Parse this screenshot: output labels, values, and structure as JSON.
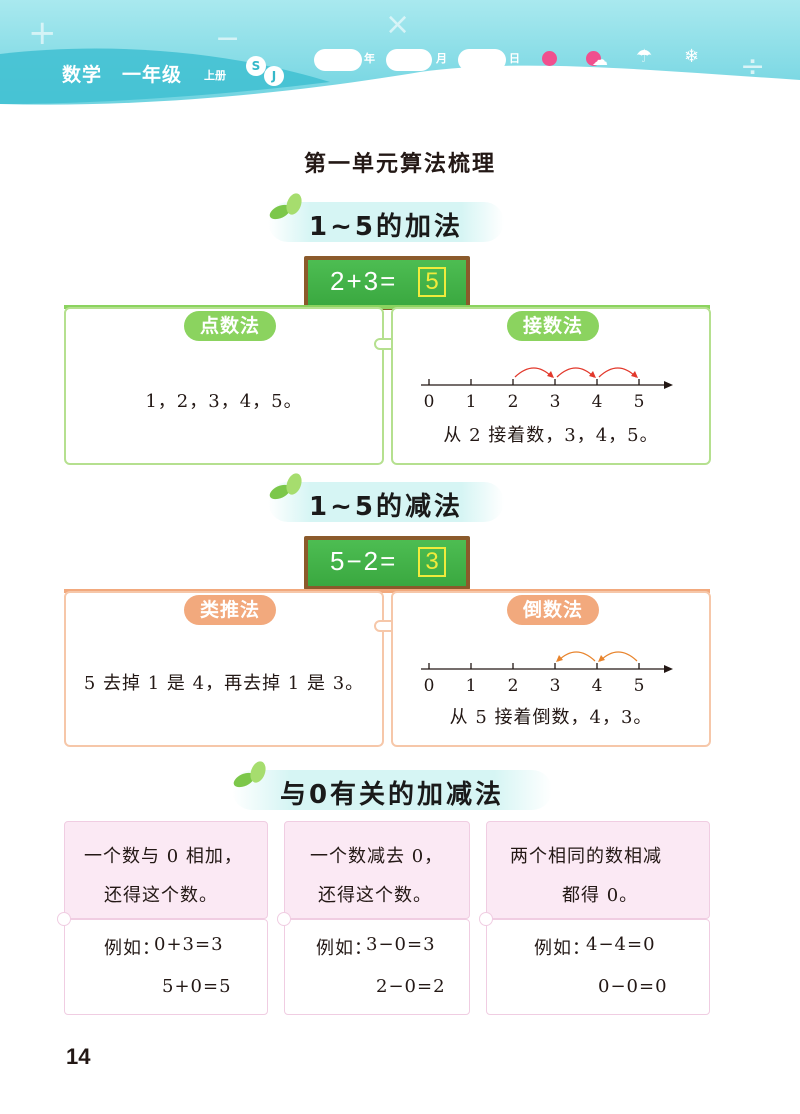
{
  "header": {
    "subject": "数学",
    "grade": "一年级",
    "volume": "上册",
    "logo_letters": [
      "S",
      "J"
    ],
    "date_labels": [
      "年",
      "月",
      "日"
    ],
    "colors": {
      "band": "#8fdfe8",
      "band_dark": "#3fbfd1",
      "weather_red": "#f0508e"
    }
  },
  "page_title": "第一单元算法梳理",
  "sections": {
    "addition": {
      "title": "1~5的加法",
      "equation": "2+3=",
      "answer": "5",
      "methods": [
        {
          "badge": "点数法",
          "text": "1，2，3，4，5。"
        },
        {
          "badge": "接数法",
          "text": "从 2 接着数，3，4，5。",
          "number_line": {
            "ticks": [
              "0",
              "1",
              "2",
              "3",
              "4",
              "5"
            ],
            "hops_from": [
              2,
              3,
              4
            ]
          }
        }
      ],
      "color": "#8bd35f"
    },
    "subtraction": {
      "title": "1~5的减法",
      "equation": "5−2=",
      "answer": "3",
      "methods": [
        {
          "badge": "类推法",
          "text": "5 去掉 1 是 4，再去掉 1 是 3。"
        },
        {
          "badge": "倒数法",
          "text": "从 5 接着倒数，4，3。",
          "number_line": {
            "ticks": [
              "0",
              "1",
              "2",
              "3",
              "4",
              "5"
            ],
            "hops_from": [
              5,
              4
            ]
          }
        }
      ],
      "color": "#f2a97d"
    },
    "zero": {
      "title": "与0有关的加减法",
      "cards": [
        {
          "rule_lines": [
            "一个数与 0 相加，",
            "还得这个数。"
          ],
          "example_label": "例如：",
          "examples": [
            "0+3=3",
            "5+0=5"
          ]
        },
        {
          "rule_lines": [
            "一个数减去 0，",
            "还得这个数。"
          ],
          "example_label": "例如：",
          "examples": [
            "3−0=3",
            "2−0=2"
          ]
        },
        {
          "rule_lines": [
            "两个相同的数相减",
            "都得 0。"
          ],
          "example_label": "例如：",
          "examples": [
            "4−4=0",
            "0−0=0"
          ]
        }
      ]
    }
  },
  "page_number": "14"
}
